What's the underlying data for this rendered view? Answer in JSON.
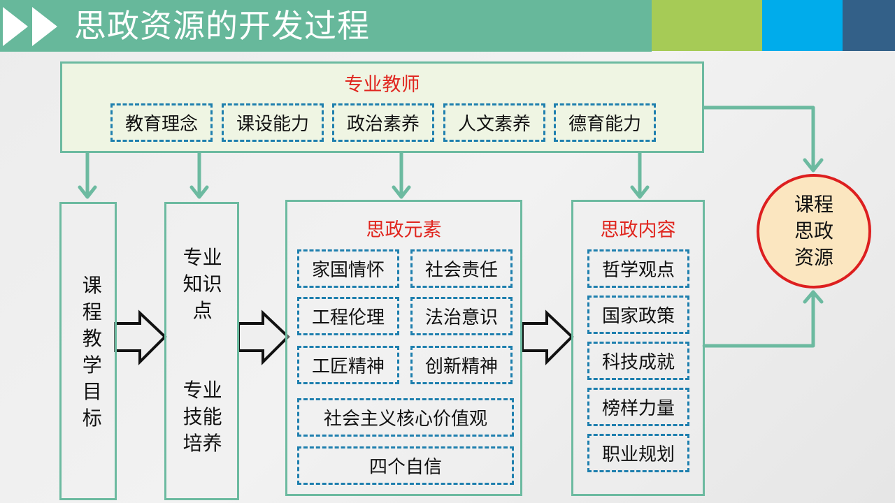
{
  "header": {
    "title": "思政资源的开发过程",
    "icon": "double-triangle-play-icon",
    "colors": {
      "main": "#67b89b",
      "green": "#a6cb56",
      "blue": "#00aceb",
      "navy": "#336088"
    }
  },
  "teacher": {
    "title": "专业教师",
    "qualities": [
      "教育理念",
      "课设能力",
      "政治素养",
      "人文素养",
      "德育能力"
    ]
  },
  "course_goals": {
    "label": "课程教学目标"
  },
  "knowledge": {
    "label_1": "专业知识点",
    "label_2": "专业技能培养"
  },
  "elements": {
    "title": "思政元素",
    "items": [
      "家国情怀",
      "社会责任",
      "工程伦理",
      "法治意识",
      "工匠精神",
      "创新精神",
      "社会主义核心价值观",
      "四个自信"
    ]
  },
  "content": {
    "title": "思政内容",
    "items": [
      "哲学观点",
      "国家政策",
      "科技成就",
      "榜样力量",
      "职业规划"
    ]
  },
  "resource": {
    "label": "课程思政资源"
  },
  "colors": {
    "box_border": "#6cbaa0",
    "dashed_border": "#1e7fae",
    "title_red": "#e0261f",
    "circle_border": "#dd1f1f",
    "circle_fill": "#fbe6c0"
  }
}
